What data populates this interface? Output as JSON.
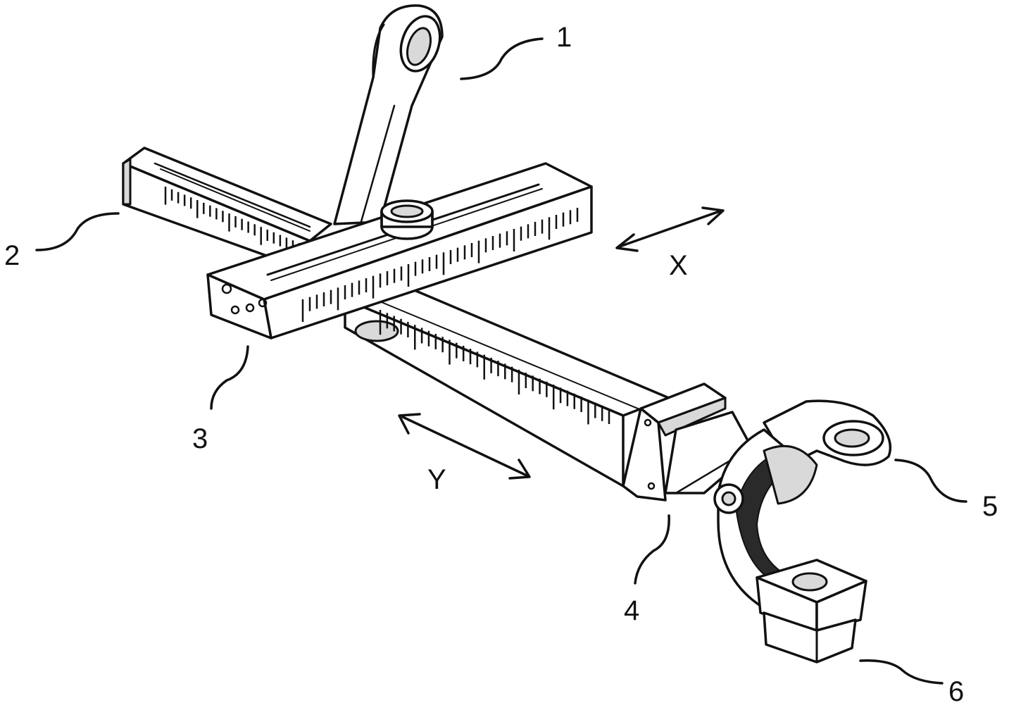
{
  "labels": {
    "part_1": "1",
    "part_2": "2",
    "part_3": "3",
    "part_4": "4",
    "part_5": "5",
    "part_6": "6"
  },
  "axes": {
    "x": "X",
    "y": "Y"
  },
  "colors": {
    "ink": "#111111",
    "background": "#ffffff"
  }
}
